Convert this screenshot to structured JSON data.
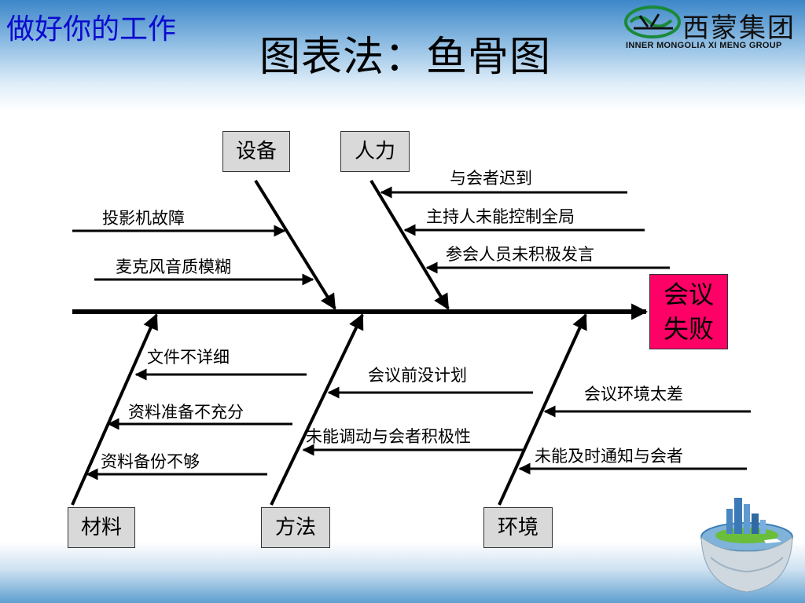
{
  "header": {
    "section_title": "做好你的工作",
    "title": "图表法：鱼骨图"
  },
  "logo": {
    "brand_cn": "西蒙集团",
    "brand_en": "INNER MONGOLIA XI MENG GROUP"
  },
  "diagram": {
    "effect": "会议失败",
    "categories": {
      "equipment": "设备",
      "people": "人力",
      "materials": "材料",
      "method": "方法",
      "environment": "环境"
    },
    "causes": {
      "equipment": [
        "投影机故障",
        "麦克风音质模糊"
      ],
      "people": [
        "与会者迟到",
        "主持人未能控制全局",
        "参会人员未积极发言"
      ],
      "materials": [
        "文件不详细",
        "资料准备不充分",
        "资料备份不够"
      ],
      "method": [
        "会议前没计划",
        "未能调动与会者积极性"
      ],
      "environment": [
        "会议环境太差",
        "未能及时通知与会者"
      ]
    }
  },
  "colors": {
    "effect_box": "#ff0066",
    "category_box": "#d9d9d9",
    "header_text": "#0b0bd0"
  }
}
